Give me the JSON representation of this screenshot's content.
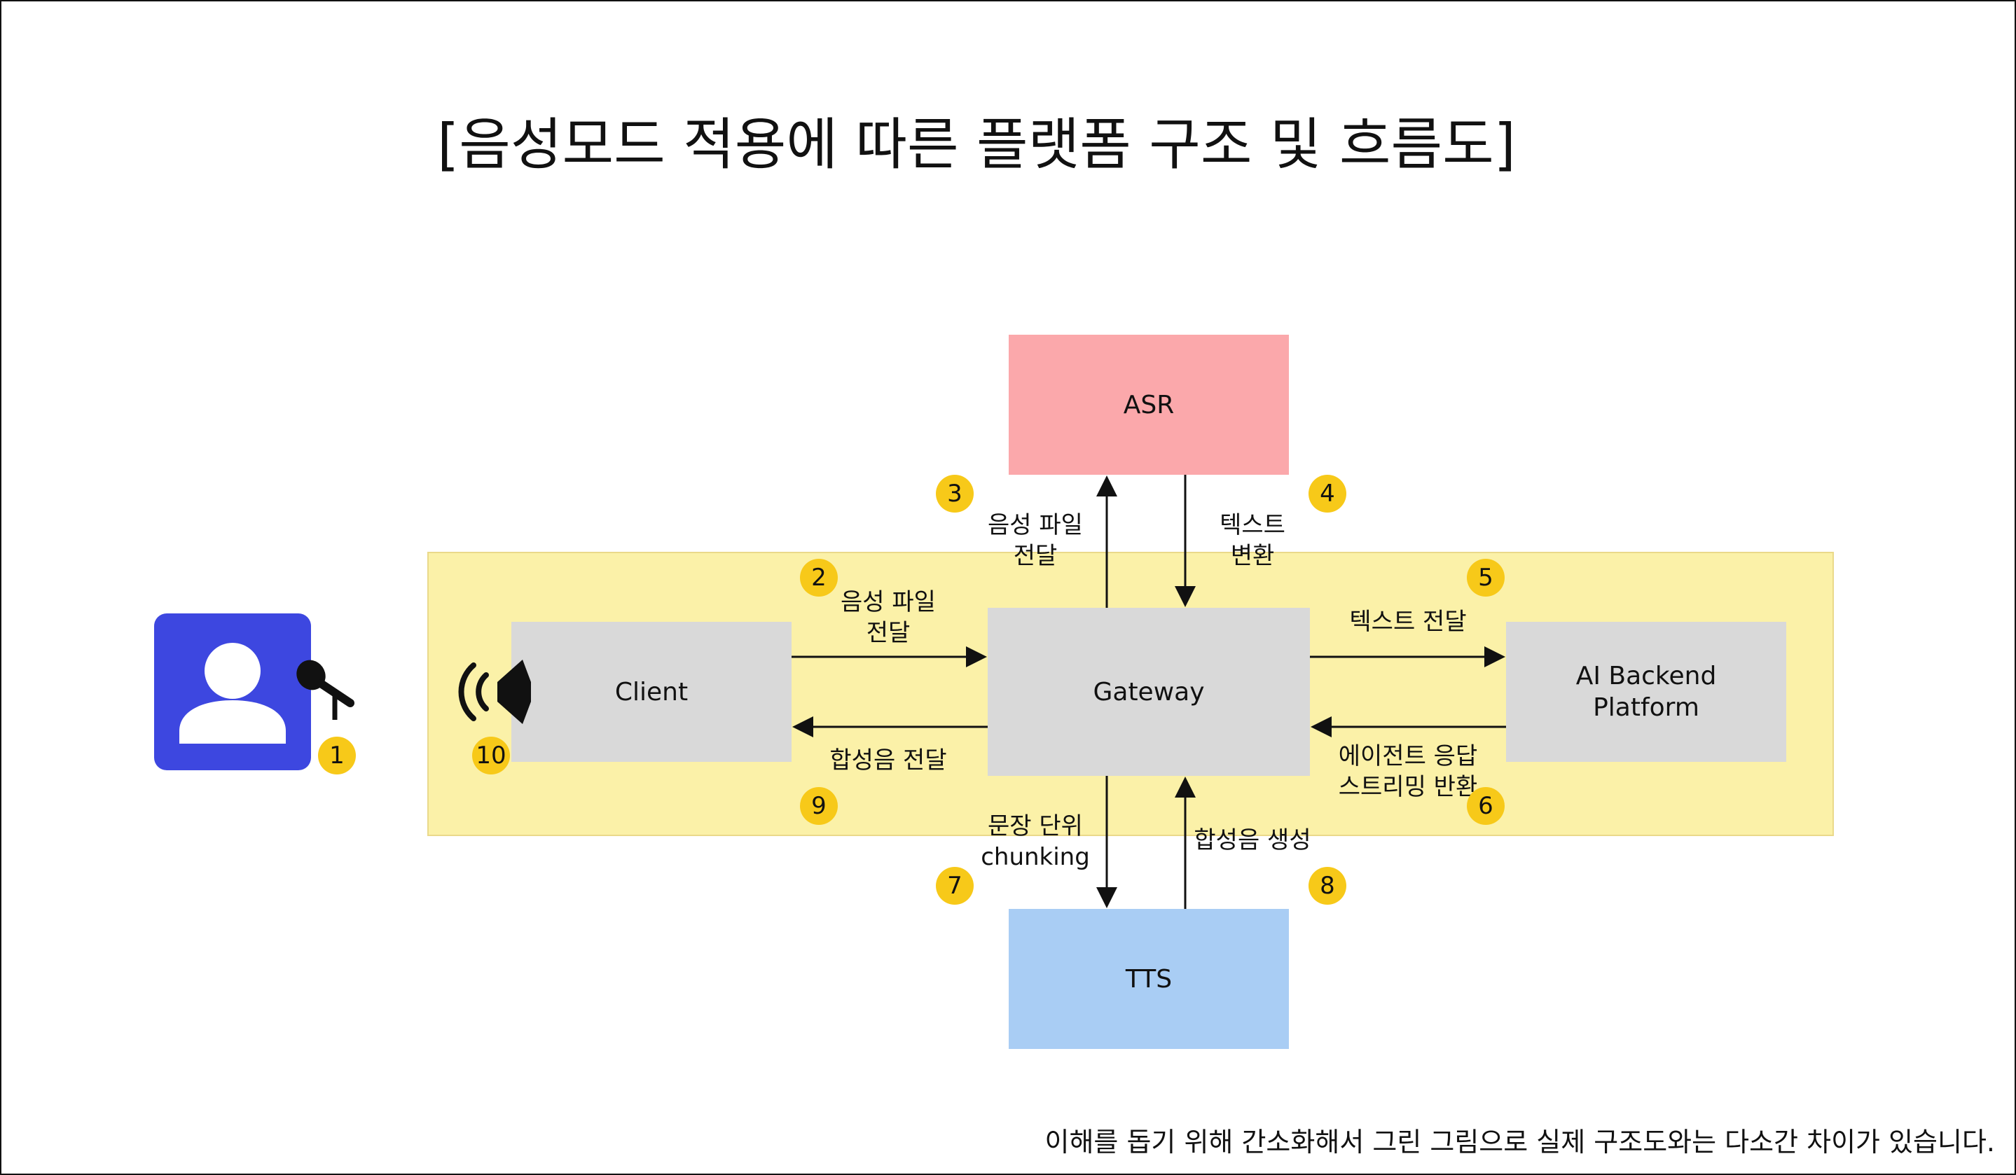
{
  "title": "[음성모드 적용에 따른 플랫폼 구조 및 흐름도]",
  "nodes": {
    "asr": "ASR",
    "client": "Client",
    "gateway": "Gateway",
    "backend": "AI Backend\nPlatform",
    "tts": "TTS"
  },
  "edges": {
    "s2": "음성 파일\n전달",
    "s3": "음성 파일\n전달",
    "s4": "텍스트\n변환",
    "s5": "텍스트 전달",
    "s6": "에이전트 응답\n스트리밍 반환",
    "s7": "문장 단위\nchunking",
    "s8": "합성음 생성",
    "s9": "합성음 전달"
  },
  "steps": [
    "1",
    "2",
    "3",
    "4",
    "5",
    "6",
    "7",
    "8",
    "9",
    "10"
  ],
  "icons": [
    "user-avatar-icon",
    "microphone-icon",
    "speaker-icon"
  ],
  "colors": {
    "region": "#fbf1a8",
    "node_gray": "#d9d9d9",
    "asr": "#fba8ab",
    "tts": "#a9cdf4",
    "avatar": "#3d47e0",
    "badge": "#f7c919"
  },
  "footnote": "이해를 돕기 위해 간소화해서 그린 그림으로 실제 구조도와는 다소간 차이가 있습니다."
}
